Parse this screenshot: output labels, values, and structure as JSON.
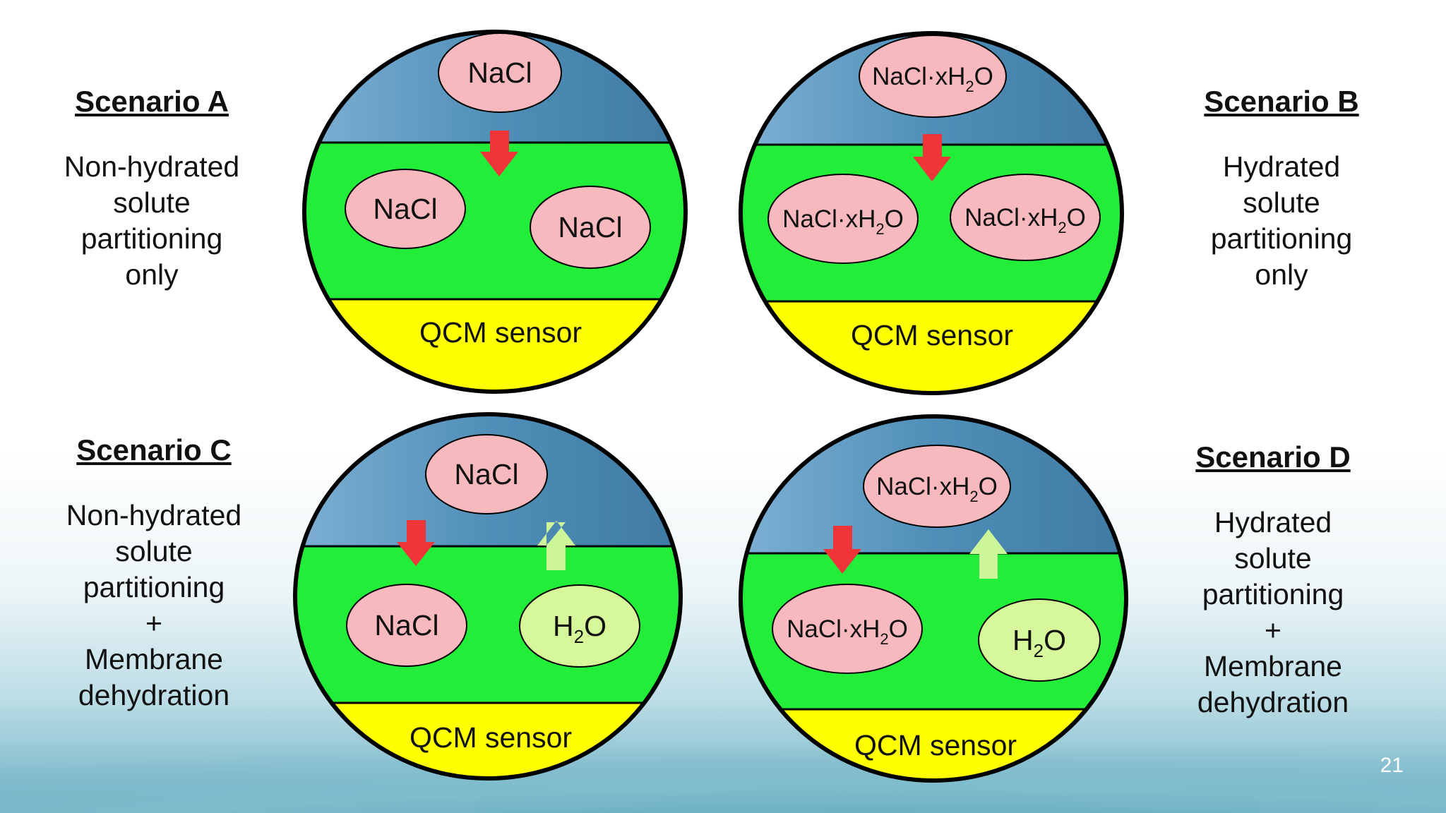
{
  "scenarios": {
    "a": {
      "heading": "Scenario A",
      "lines": [
        "Non-hydrated",
        "solute",
        "partitioning",
        "only"
      ]
    },
    "b": {
      "heading": "Scenario B",
      "lines": [
        "Hydrated",
        "solute",
        "partitioning",
        "only"
      ]
    },
    "c": {
      "heading": "Scenario C",
      "lines": [
        "Non-hydrated",
        "solute",
        "partitioning",
        "+",
        "Membrane",
        "dehydration"
      ]
    },
    "d": {
      "heading": "Scenario D",
      "lines": [
        "Hydrated",
        "solute",
        "partitioning",
        "+",
        "Membrane",
        "dehydration"
      ]
    }
  },
  "species": {
    "nacl": "NaCl",
    "nacl_hydrate_prefix": "NaCl·xH",
    "h": "H",
    "sub2": "2",
    "o": "O"
  },
  "sensor_label": "QCM sensor",
  "page_number": "21",
  "colors": {
    "solution": "#4f8fb8",
    "membrane": "#22ee3a",
    "sensor": "#ffff00",
    "solute_fill": "#f7b9bd",
    "water_fill": "#d6f79a",
    "arrow_in": "#f0353a",
    "arrow_out": "#cdf59a"
  }
}
